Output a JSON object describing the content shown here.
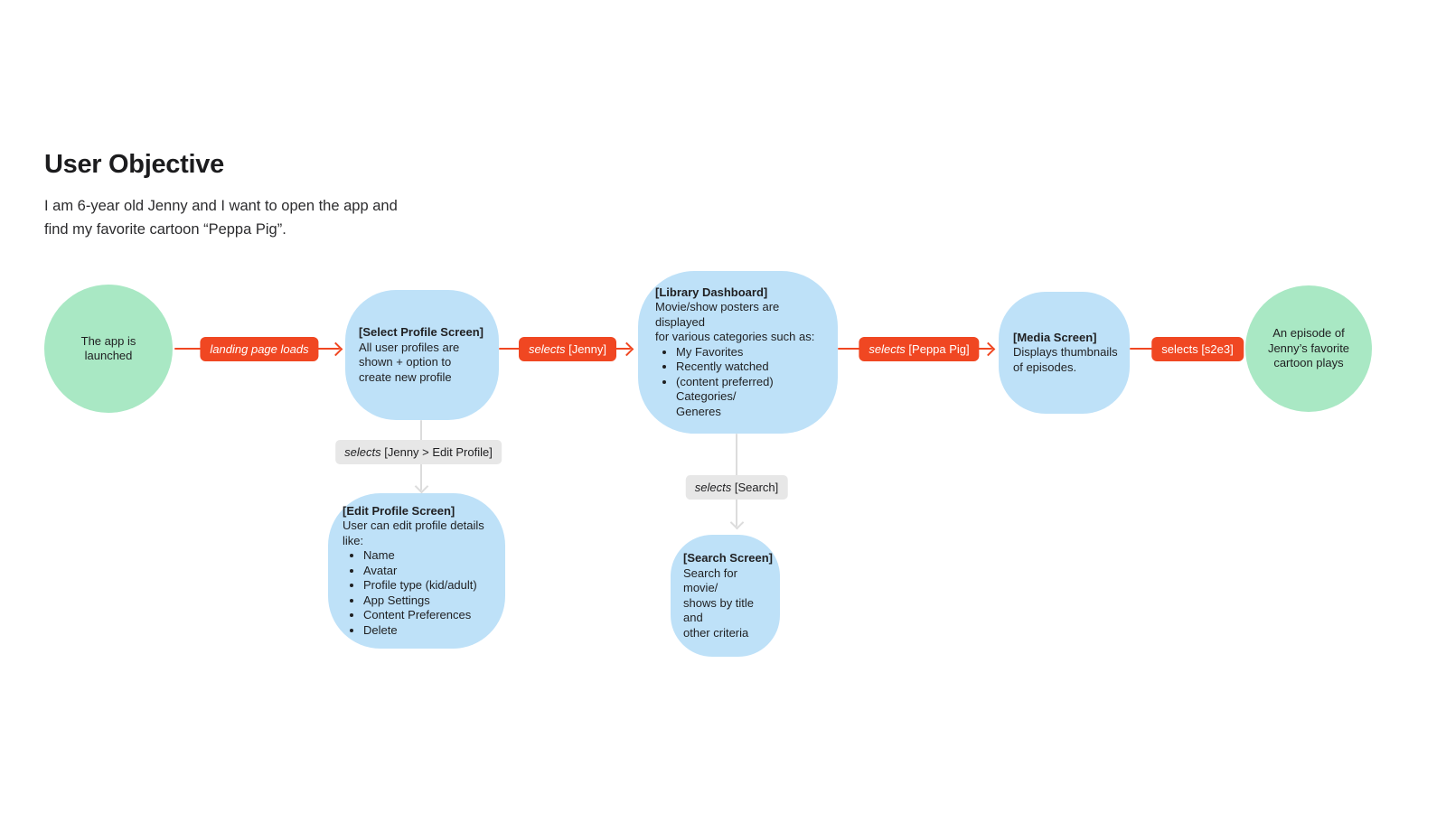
{
  "header": {
    "title": "User Objective",
    "subtitle": "I am 6-year old Jenny and I want to open the app and\nfind my favorite cartoon “Peppa Pig”."
  },
  "colors": {
    "green": "#a9e8c4",
    "blue": "#bee1f8",
    "red": "#f04722",
    "gray-label": "#e7e7e7",
    "gray-line": "#dcdcdc"
  },
  "nodes": {
    "start": {
      "label": "The app is\nlaunched"
    },
    "select_profile": {
      "title": "[Select Profile Screen]",
      "body": "All user profiles are\nshown + option to\ncreate new profile"
    },
    "library": {
      "title": "[Library Dashboard]",
      "body": "Movie/show posters are displayed\nfor various categories such as:",
      "bullets": [
        "My Favorites",
        "Recently watched",
        "(content preferred) Categories/\nGeneres"
      ]
    },
    "media": {
      "title": "[Media Screen]",
      "body": "Displays thumbnails\nof episodes."
    },
    "end": {
      "label": "An episode of\nJenny’s favorite\ncartoon plays"
    },
    "edit_profile": {
      "title": "[Edit Profile Screen]",
      "body": "User can edit profile details like:",
      "bullets": [
        "Name",
        "Avatar",
        "Profile type (kid/adult)",
        "App Settings",
        "Content Preferences",
        "Delete"
      ]
    },
    "search": {
      "title": "[Search Screen]",
      "body": "Search for movie/\nshows by title and\nother criteria"
    }
  },
  "edges": {
    "landing": {
      "label": "landing page loads"
    },
    "select_jenny": {
      "verb": "selects",
      "object": " [Jenny]"
    },
    "select_peppa": {
      "verb": "selects",
      "object": " [Peppa Pig]"
    },
    "select_episode": {
      "label": "selects [s2e3]"
    },
    "edit_profile": {
      "verb": "selects",
      "object": " [Jenny > Edit Profile]"
    },
    "search": {
      "verb": "selects",
      "object": " [Search]"
    }
  }
}
